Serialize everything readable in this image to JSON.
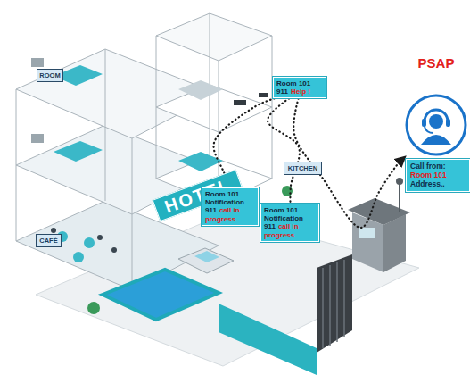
{
  "diagram": {
    "nodes": [
      {
        "text": [
          "ROOM"
        ]
      },
      {
        "text": [
          "Room 101",
          "911",
          "Help !"
        ]
      },
      {
        "text": [
          "PSAP"
        ]
      },
      {
        "text": [
          "KITCHEN"
        ]
      },
      {
        "text": [
          "Call from:",
          "Room 101",
          "Address.."
        ]
      },
      {
        "text": [
          "HOTEL"
        ]
      },
      {
        "text": [
          "Room 101",
          "Notification",
          "911",
          "call in progress"
        ]
      },
      {
        "text": [
          "Room 101",
          "Notification",
          "911",
          "call in progress"
        ]
      },
      {
        "text": [
          "CAFÉ"
        ]
      }
    ],
    "edges": [
      {
        "from": 1,
        "to": 6,
        "arrow": "none"
      },
      {
        "from": 1,
        "to": 7,
        "arrow": "none"
      },
      {
        "from": 1,
        "to": 2,
        "arrow": "to"
      }
    ]
  }
}
